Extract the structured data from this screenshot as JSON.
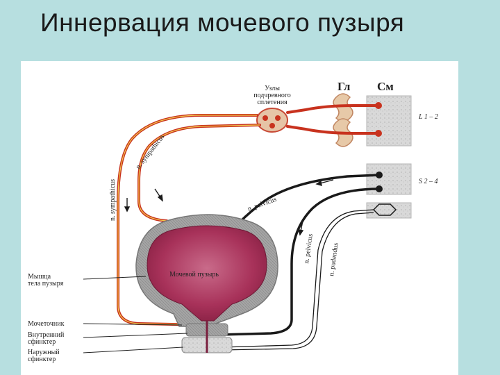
{
  "title": "Иннервация мочевого пузыря",
  "header": {
    "ganglia": "Гл",
    "spinal_cord": "См"
  },
  "labels": {
    "plexus_nodes_1": "Узлы",
    "plexus_nodes_2": "подчревного",
    "plexus_nodes_3": "сплетения",
    "segment_lumbar": "L 1 – 2",
    "segment_sacral": "S 2 – 4",
    "n_sympathicus_left": "n. sympathicus",
    "n_sympathicus_curve": "n. sympathicus",
    "n_pelvicus_upper": "n. pelvicus",
    "n_pelvicus_lower": "n. pelvicus",
    "n_pudendus": "n. pudendus",
    "bladder": "Мочевой пузырь",
    "muscle_1": "Мышца",
    "muscle_2": "тела пузыря",
    "ureter": "Мочеточник",
    "internal_1": "Внутренний",
    "internal_2": "сфинктер",
    "external_1": "Наружный",
    "external_2": "сфинктер"
  },
  "colors": {
    "background": "#b7dfe0",
    "sympathetic": "#c8321e",
    "parasympathetic": "#1a1a1a",
    "bladder": "#b03a63",
    "wall": "#9a9a9a",
    "cord": "#d4d4d4"
  }
}
